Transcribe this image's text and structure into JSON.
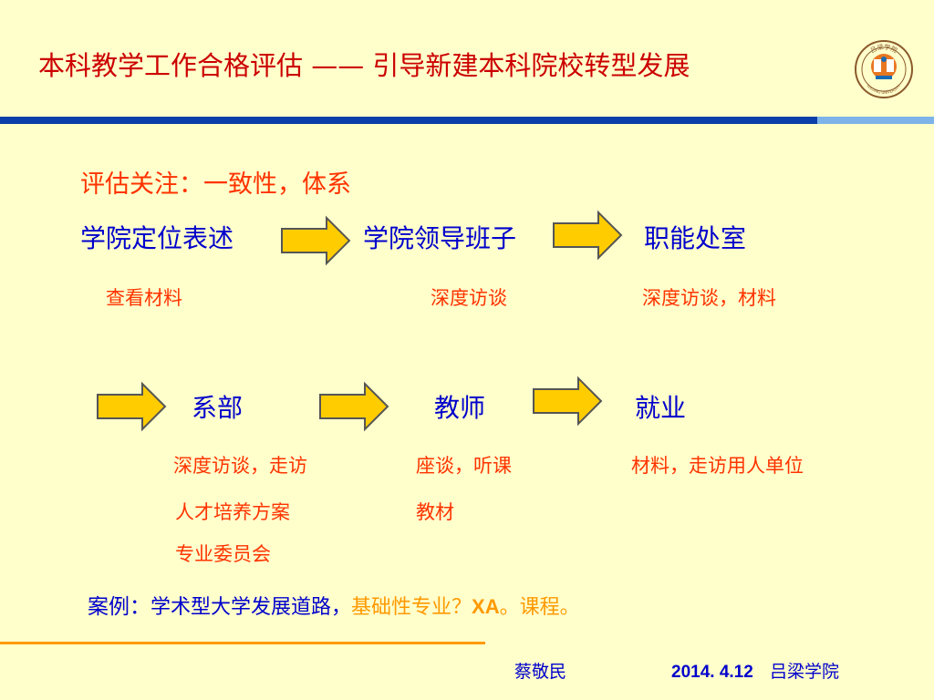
{
  "header": {
    "title": "本科教学工作合格评估 —— 引导新建本科院校转型发展",
    "logo_text": "吕梁学院",
    "logo_caption": "LULIANG UNIVERSITY"
  },
  "focus_heading": "评估关注：一致性，体系",
  "flow_top": {
    "items": [
      "学院定位表述",
      "学院领导班子",
      "职能处室"
    ],
    "methods": [
      "查看材料",
      "深度访谈",
      "深度访谈，材料"
    ]
  },
  "flow_bottom": {
    "items": [
      "系部",
      "教师",
      "就业"
    ],
    "methods_col1": [
      "深度访谈，走访",
      "人才培养方案",
      "专业委员会"
    ],
    "methods_col2": [
      "座谈，听课",
      "教材"
    ],
    "methods_col3": [
      "材料，走访用人单位"
    ]
  },
  "case": {
    "label": "案例：",
    "part1": "学术型大学发展道路，",
    "part2": "基础性专业？",
    "part3": "XA",
    "part4": "。课程。"
  },
  "footer": {
    "author": "蔡敬民",
    "date": "2014. 4.12",
    "institution": "吕梁学院"
  },
  "colors": {
    "title": "#cc0000",
    "accent_red": "#ff3300",
    "blue": "#0000cc",
    "orange": "#ff9900",
    "arrow_fill": "#ffcc00",
    "arrow_stroke": "#555555",
    "rule_blue": "#0b3ea8",
    "background": "#ffffcc"
  }
}
